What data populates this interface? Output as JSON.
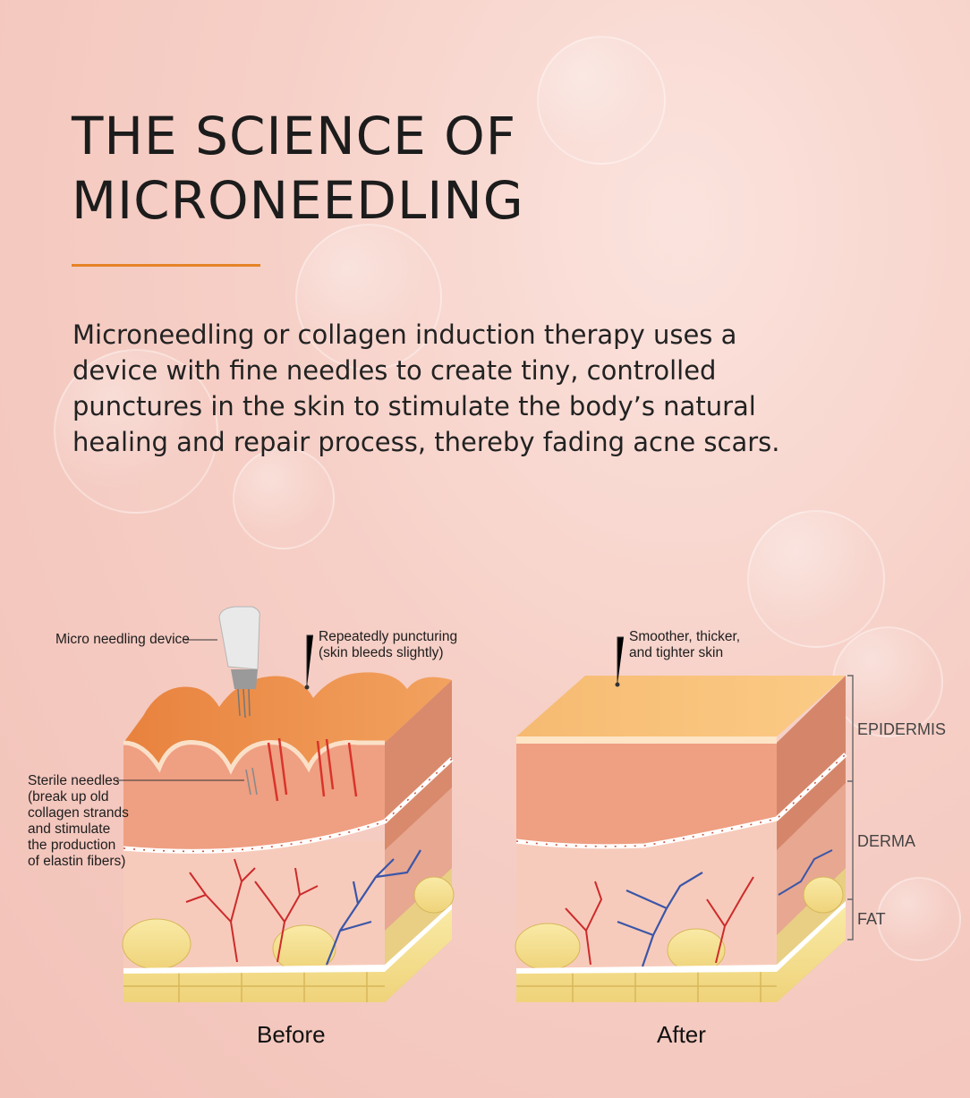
{
  "title": {
    "line1": "THE SCIENCE OF",
    "line2": "MICRONEEDLING"
  },
  "intro": "Microneedling or collagen induction therapy uses a device with fine needles to create tiny, controlled punctures in the skin to stimulate the body’s natural healing and repair process, thereby fading acne scars.",
  "diagram": {
    "before": {
      "caption": "Before",
      "device_label": "Micro needling device",
      "puncture_label": "Repeatedly puncturing\n(skin bleeds slightly)",
      "needles_label": "Sterile needles\n(break up old\ncollagen strands\nand stimulate\nthe production\nof elastin fibers)"
    },
    "after": {
      "caption": "After",
      "result_label": "Smoother, thicker,\nand tighter skin"
    },
    "layers": [
      "EPIDERMIS",
      "DERMA",
      "FAT"
    ]
  },
  "colors": {
    "accent_rule": "#e58326",
    "background": "#f6cfc6",
    "skin_top": "#f5b27a",
    "epidermis": "#f0a585",
    "derma": "#f8c9b8",
    "fat": "#f3df8c",
    "artery": "#cc2b2b",
    "vein": "#3b56a8"
  }
}
